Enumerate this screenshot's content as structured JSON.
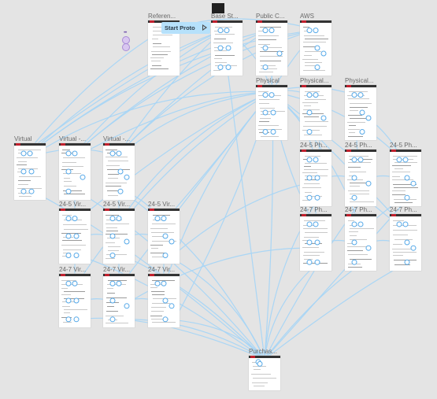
{
  "canvas": {
    "background": "#e4e4e4",
    "wire_color": "#a6d5f5"
  },
  "toolbar": {
    "start_prototype_label": "Start Proto"
  },
  "icons": {
    "play": "play-icon",
    "collaborators": "avatar-icon",
    "thumbnail": "frame-thumbnail"
  },
  "frames": [
    {
      "id": "reference",
      "title": "Referen..."
    },
    {
      "id": "base",
      "title": "Base St..."
    },
    {
      "id": "public",
      "title": "Public C..."
    },
    {
      "id": "aws",
      "title": "AWS"
    },
    {
      "id": "physical",
      "title": "Physical"
    },
    {
      "id": "physical2",
      "title": "Physical..."
    },
    {
      "id": "physical3",
      "title": "Physical..."
    },
    {
      "id": "virtual1",
      "title": "Virtual"
    },
    {
      "id": "virtual2",
      "title": "Virtual -..."
    },
    {
      "id": "virtual3",
      "title": "Virtual -..."
    },
    {
      "id": "ph245a",
      "title": "24-5 Ph..."
    },
    {
      "id": "ph245b",
      "title": "24-5 Ph..."
    },
    {
      "id": "ph245c",
      "title": "24-5 Ph..."
    },
    {
      "id": "vir245a",
      "title": "24-5 Vir..."
    },
    {
      "id": "vir245b",
      "title": "24-5 Vir..."
    },
    {
      "id": "vir245c",
      "title": "24-5 Vir..."
    },
    {
      "id": "ph247a",
      "title": "24-7 Ph..."
    },
    {
      "id": "ph247b",
      "title": "24-7 Ph..."
    },
    {
      "id": "ph247c",
      "title": "24-7 Ph..."
    },
    {
      "id": "vir247a",
      "title": "24-7 Vir..."
    },
    {
      "id": "vir247b",
      "title": "24-7 Vir..."
    },
    {
      "id": "vir247c",
      "title": "24-7 Vir..."
    },
    {
      "id": "purchase",
      "title": "Purchas..."
    }
  ]
}
